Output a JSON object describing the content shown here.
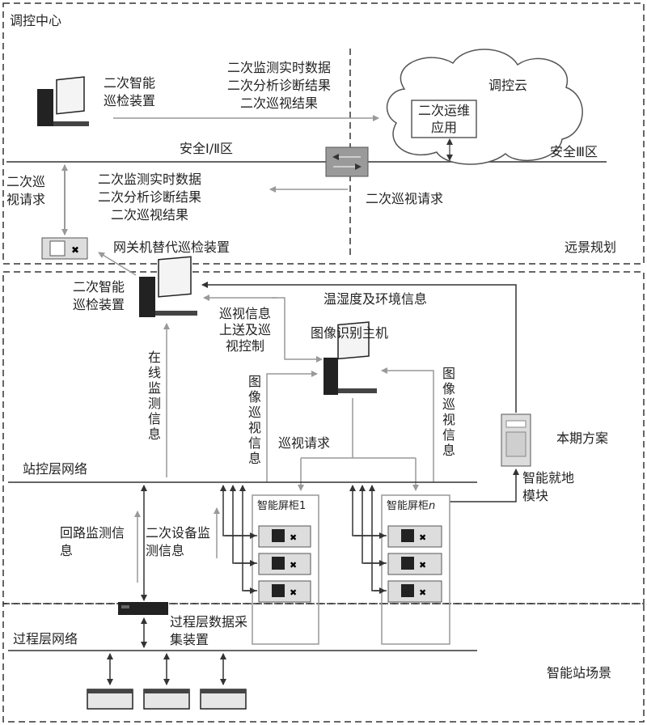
{
  "zones": {
    "dispatch_center": "调控中心",
    "future_plan": "远景规划",
    "current_plan": "本期方案",
    "smart_station": "智能站场景"
  },
  "dispatch": {
    "device_label": "二次智能巡检装置",
    "upload_lines": [
      "二次监测实时数据",
      "二次分析诊断结果",
      "二次巡视结果"
    ],
    "cloud_label": "调控云",
    "cloud_app": "二次运维应用",
    "security_12": "安全Ⅰ/Ⅱ区",
    "security_3": "安全Ⅲ区",
    "patrol_request_vertical": "二次巡视请求",
    "return_lines": [
      "二次监测实时数据",
      "二次分析诊断结果",
      "二次巡视结果"
    ],
    "patrol_request": "二次巡视请求",
    "gateway_label": "网关机替代巡检装置"
  },
  "station": {
    "device_label": "二次智能巡检装置",
    "env_info": "温湿度及环境信息",
    "patrol_info_upload": "巡视信息上送及巡视控制",
    "image_host": "图像识别主机",
    "online_monitor": "在线监测信息",
    "image_patrol_left": "图像巡视信息",
    "image_patrol_right": "图像巡视信息",
    "patrol_request": "巡视请求",
    "local_module": "智能就地模块",
    "station_network": "站控层网络",
    "cabinet_1": "智能屏柜1",
    "cabinet_n_prefix": "智能屏柜",
    "cabinet_n_suffix": "n",
    "loop_monitor": "回路监测信息",
    "secondary_monitor": "二次设备监测信息",
    "process_network": "过程层网络",
    "process_collector": "过程层数据采集装置"
  },
  "icons": [
    "computer-icon",
    "cloud-icon",
    "firewall-icon",
    "gateway-device-icon",
    "cabinet-device-icon",
    "switch-icon",
    "collector-device-icon",
    "local-module-icon"
  ]
}
